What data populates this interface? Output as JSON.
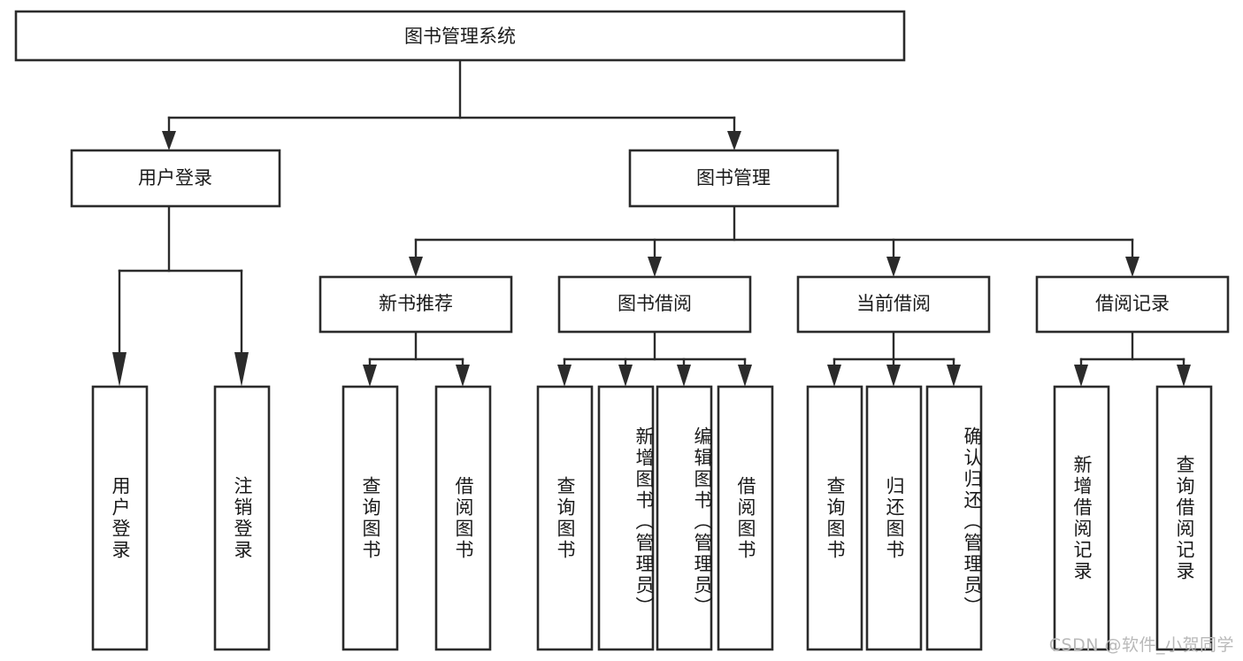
{
  "diagram": {
    "type": "tree-hierarchy",
    "title": "图书管理系统",
    "orientation": "top-down",
    "line_color": "#2b2b2b",
    "box_fill": "#ffffff",
    "text_color": "#1a1a1a",
    "root": {
      "label": "图书管理系统"
    },
    "level2": [
      {
        "label": "用户登录"
      },
      {
        "label": "图书管理"
      }
    ],
    "level3": [
      {
        "label": "新书推荐"
      },
      {
        "label": "图书借阅"
      },
      {
        "label": "当前借阅"
      },
      {
        "label": "借阅记录"
      }
    ],
    "leaves": {
      "user_login": [
        {
          "label": "用户登录"
        },
        {
          "label": "注销登录"
        }
      ],
      "new_book_recommend": [
        {
          "label": "查询图书"
        },
        {
          "label": "借阅图书"
        }
      ],
      "book_borrow": [
        {
          "label": "查询图书"
        },
        {
          "label": "新增图书（管理员）"
        },
        {
          "label": "编辑图书（管理员）"
        },
        {
          "label": "借阅图书"
        }
      ],
      "current_borrow": [
        {
          "label": "查询图书"
        },
        {
          "label": "归还图书"
        },
        {
          "label": "确认归还（管理员）"
        }
      ],
      "borrow_record": [
        {
          "label": "新增借阅记录"
        },
        {
          "label": "查询借阅记录"
        }
      ]
    }
  },
  "watermark": {
    "text": "CSDN @软件_小贺同学",
    "color": "#b9b9b9"
  }
}
